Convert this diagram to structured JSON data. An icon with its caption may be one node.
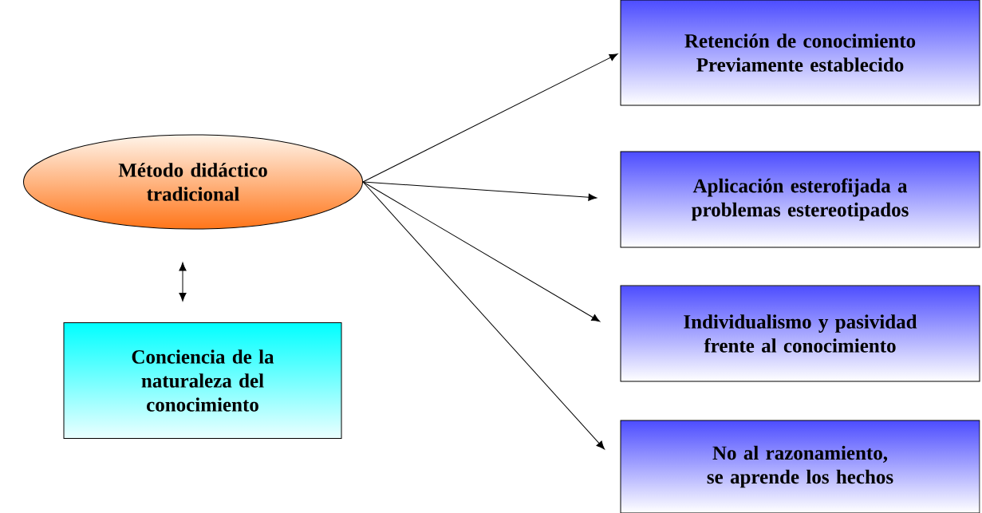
{
  "diagram": {
    "nodes": [
      {
        "text": [
          "Método didáctico tradicional"
        ]
      },
      {
        "text": [
          "Retención de conocimiento Previamente establecido"
        ]
      },
      {
        "text": [
          "Aplicación esterofijada a problemas estereotipados"
        ]
      },
      {
        "text": [
          "Individualismo y pasividad frente al conocimiento"
        ]
      },
      {
        "text": [
          "No al razonamiento, se aprende los hechos"
        ]
      },
      {
        "text": [
          "Conciencia de la naturaleza del conocimiento"
        ]
      }
    ],
    "edges": [
      {
        "from": 0,
        "to": 1,
        "arrow": "to"
      },
      {
        "from": 0,
        "to": 2,
        "arrow": "to"
      },
      {
        "from": 0,
        "to": 3,
        "arrow": "to"
      },
      {
        "from": 0,
        "to": 4,
        "arrow": "to"
      },
      {
        "from": 0,
        "to": 5,
        "arrow": "both"
      }
    ]
  }
}
